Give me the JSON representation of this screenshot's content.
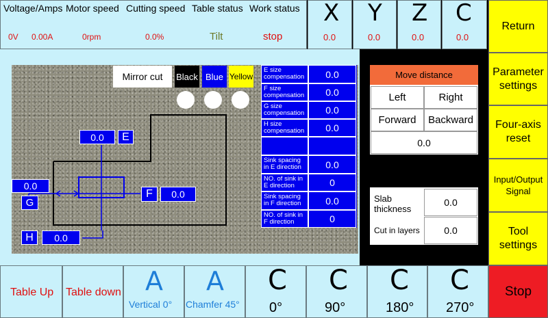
{
  "header": {
    "labels": {
      "voltage_amps": "Voltage/Amps",
      "motor_speed": "Motor speed",
      "cutting_speed": "Cutting speed",
      "table_status": "Table status",
      "work_status": "Work status"
    },
    "values": {
      "voltage": "0V",
      "amps": "0.00A",
      "motor_speed": "0rpm",
      "cutting_speed": "0.0%",
      "table_status": "Tilt",
      "work_status": "stop"
    },
    "axes": [
      {
        "letter": "X",
        "value": "0.0"
      },
      {
        "letter": "Y",
        "value": "0.0"
      },
      {
        "letter": "Z",
        "value": "0.0"
      },
      {
        "letter": "C",
        "value": "0.0"
      }
    ]
  },
  "sidebar": {
    "return": "Return",
    "parameter_settings": "Parameter settings",
    "four_axis_reset": "Four-axis reset",
    "io_signal": "Input/Output Signal",
    "tool_settings": "Tool settings",
    "stop": "Stop"
  },
  "canvas": {
    "mirror_cut": "Mirror cut",
    "black": "Black",
    "blue": "Blue",
    "yellow": "Yellow",
    "e_value": "0.0",
    "e_label": "E",
    "f_value": "0.0",
    "f_label": "F",
    "g_value": "0.0",
    "g_label": "G",
    "h_value": "0.0",
    "h_label": "H"
  },
  "compensation": [
    {
      "label": "E size compensation",
      "value": "0.0"
    },
    {
      "label": "F size compensation",
      "value": "0.0"
    },
    {
      "label": "G size compensation",
      "value": "0.0"
    },
    {
      "label": "H size compensation",
      "value": "0.0"
    },
    {
      "label": "",
      "value": ""
    },
    {
      "label": "Sink spacing in E direction",
      "value": "0.0"
    },
    {
      "label": "NO. of sink in E direction",
      "value": "0"
    },
    {
      "label": "Sink spacing in F direction",
      "value": "0.0"
    },
    {
      "label": "NO. of sink in F direction",
      "value": "0"
    }
  ],
  "move": {
    "title": "Move distance",
    "left": "Left",
    "right": "Right",
    "forward": "Forward",
    "backward": "Backward",
    "distance": "0.0"
  },
  "slab": {
    "thickness_label": "Slab thickness",
    "thickness_value": "0.0",
    "layers_label": "Cut in layers",
    "layers_value": "0.0"
  },
  "bottom": {
    "table_up": "Table Up",
    "table_down": "Table down",
    "vertical_letter": "A",
    "vertical_label": "Vertical 0°",
    "chamfer_letter": "A",
    "chamfer_label": "Chamfer 45°",
    "c0_letter": "C",
    "c0_label": "0°",
    "c90_letter": "C",
    "c90_label": "90°",
    "c180_letter": "C",
    "c180_label": "180°",
    "c270_letter": "C",
    "c270_label": "270°"
  },
  "colors": {
    "panel": "#c9f1fb",
    "side_button": "#ffff00",
    "stop_button": "#ee1c24",
    "value_red": "#e01010",
    "field_blue": "#0000ee",
    "move_header": "#f26b3a"
  }
}
